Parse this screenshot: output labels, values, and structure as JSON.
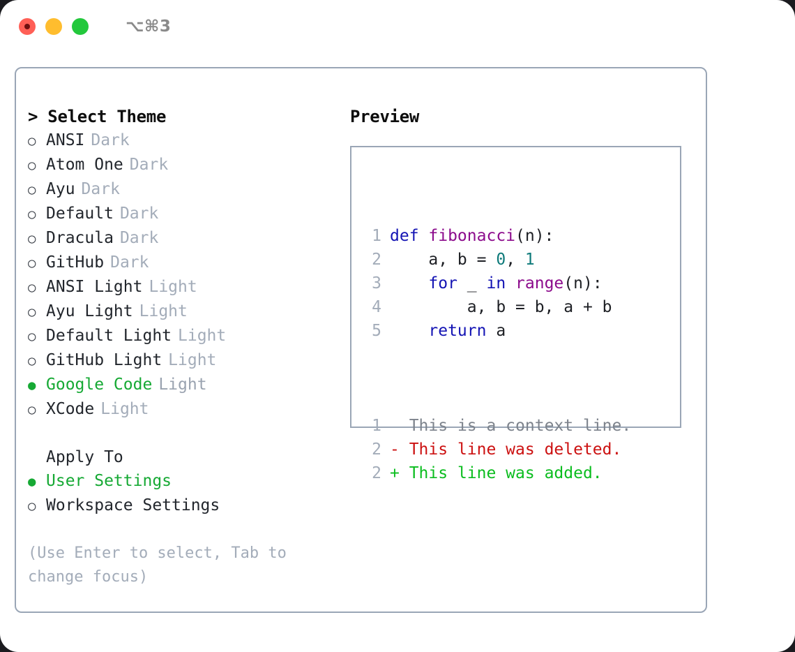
{
  "titlebar": {
    "lights": [
      {
        "name": "close",
        "color": "#ff5f56"
      },
      {
        "name": "minimize",
        "color": "#ffbd2e"
      },
      {
        "name": "maximize",
        "color": "#23c83c"
      }
    ],
    "shortcut": "⌥⌘3"
  },
  "left": {
    "heading": "> Select Theme",
    "themes": [
      {
        "bullet": "○",
        "name": "ANSI",
        "tag": "Dark",
        "selected": false
      },
      {
        "bullet": "○",
        "name": "Atom One",
        "tag": "Dark",
        "selected": false
      },
      {
        "bullet": "○",
        "name": "Ayu",
        "tag": "Dark",
        "selected": false
      },
      {
        "bullet": "○",
        "name": "Default",
        "tag": "Dark",
        "selected": false
      },
      {
        "bullet": "○",
        "name": "Dracula",
        "tag": "Dark",
        "selected": false
      },
      {
        "bullet": "○",
        "name": "GitHub",
        "tag": "Dark",
        "selected": false
      },
      {
        "bullet": "○",
        "name": "ANSI Light",
        "tag": "Light",
        "selected": false
      },
      {
        "bullet": "○",
        "name": "Ayu Light",
        "tag": "Light",
        "selected": false
      },
      {
        "bullet": "○",
        "name": "Default Light",
        "tag": "Light",
        "selected": false
      },
      {
        "bullet": "○",
        "name": "GitHub Light",
        "tag": "Light",
        "selected": false
      },
      {
        "bullet": "●",
        "name": "Google Code",
        "tag": "Light",
        "selected": true
      },
      {
        "bullet": "○",
        "name": "XCode",
        "tag": "Light",
        "selected": false
      }
    ],
    "apply_heading": "Apply To",
    "apply_options": [
      {
        "bullet": "●",
        "name": "User Settings",
        "selected": true
      },
      {
        "bullet": "○",
        "name": "Workspace Settings",
        "selected": false
      }
    ],
    "hint": "(Use Enter to select, Tab to change focus)"
  },
  "right": {
    "heading": "Preview",
    "code_lines": [
      {
        "number": "1",
        "tokens": [
          {
            "text": "def ",
            "kind": "kw"
          },
          {
            "text": "fibonacci",
            "kind": "fn"
          },
          {
            "text": "(n):",
            "kind": "punct"
          }
        ]
      },
      {
        "number": "2",
        "tokens": [
          {
            "text": "    a, b = ",
            "kind": "plain"
          },
          {
            "text": "0",
            "kind": "num"
          },
          {
            "text": ", ",
            "kind": "plain"
          },
          {
            "text": "1",
            "kind": "num"
          }
        ]
      },
      {
        "number": "3",
        "tokens": [
          {
            "text": "    ",
            "kind": "plain"
          },
          {
            "text": "for",
            "kind": "kw"
          },
          {
            "text": " _ ",
            "kind": "plain"
          },
          {
            "text": "in",
            "kind": "kw"
          },
          {
            "text": " ",
            "kind": "plain"
          },
          {
            "text": "range",
            "kind": "fn"
          },
          {
            "text": "(n):",
            "kind": "punct"
          }
        ]
      },
      {
        "number": "4",
        "tokens": [
          {
            "text": "        a, b = b, a + b",
            "kind": "plain"
          }
        ]
      },
      {
        "number": "5",
        "tokens": [
          {
            "text": "    ",
            "kind": "plain"
          },
          {
            "text": "return",
            "kind": "kw"
          },
          {
            "text": " a",
            "kind": "plain"
          }
        ]
      }
    ],
    "diff_lines": [
      {
        "number": "1",
        "marker": "  ",
        "text": "This is a context line.",
        "kind": "ctx"
      },
      {
        "number": "2",
        "marker": "- ",
        "text": "This line was deleted.",
        "kind": "del"
      },
      {
        "number": "2",
        "marker": "+ ",
        "text": "This line was added.",
        "kind": "add"
      }
    ]
  },
  "colors": {
    "border": "#9aa6b6",
    "selected_green": "#16a934",
    "muted": "#a3acb9",
    "keyword_blue": "#1414b4",
    "function_purple": "#8c0b8c",
    "number_teal": "#0e7a7a",
    "diff_delete_red": "#cc1111",
    "diff_add_green": "#0bbd1f"
  }
}
